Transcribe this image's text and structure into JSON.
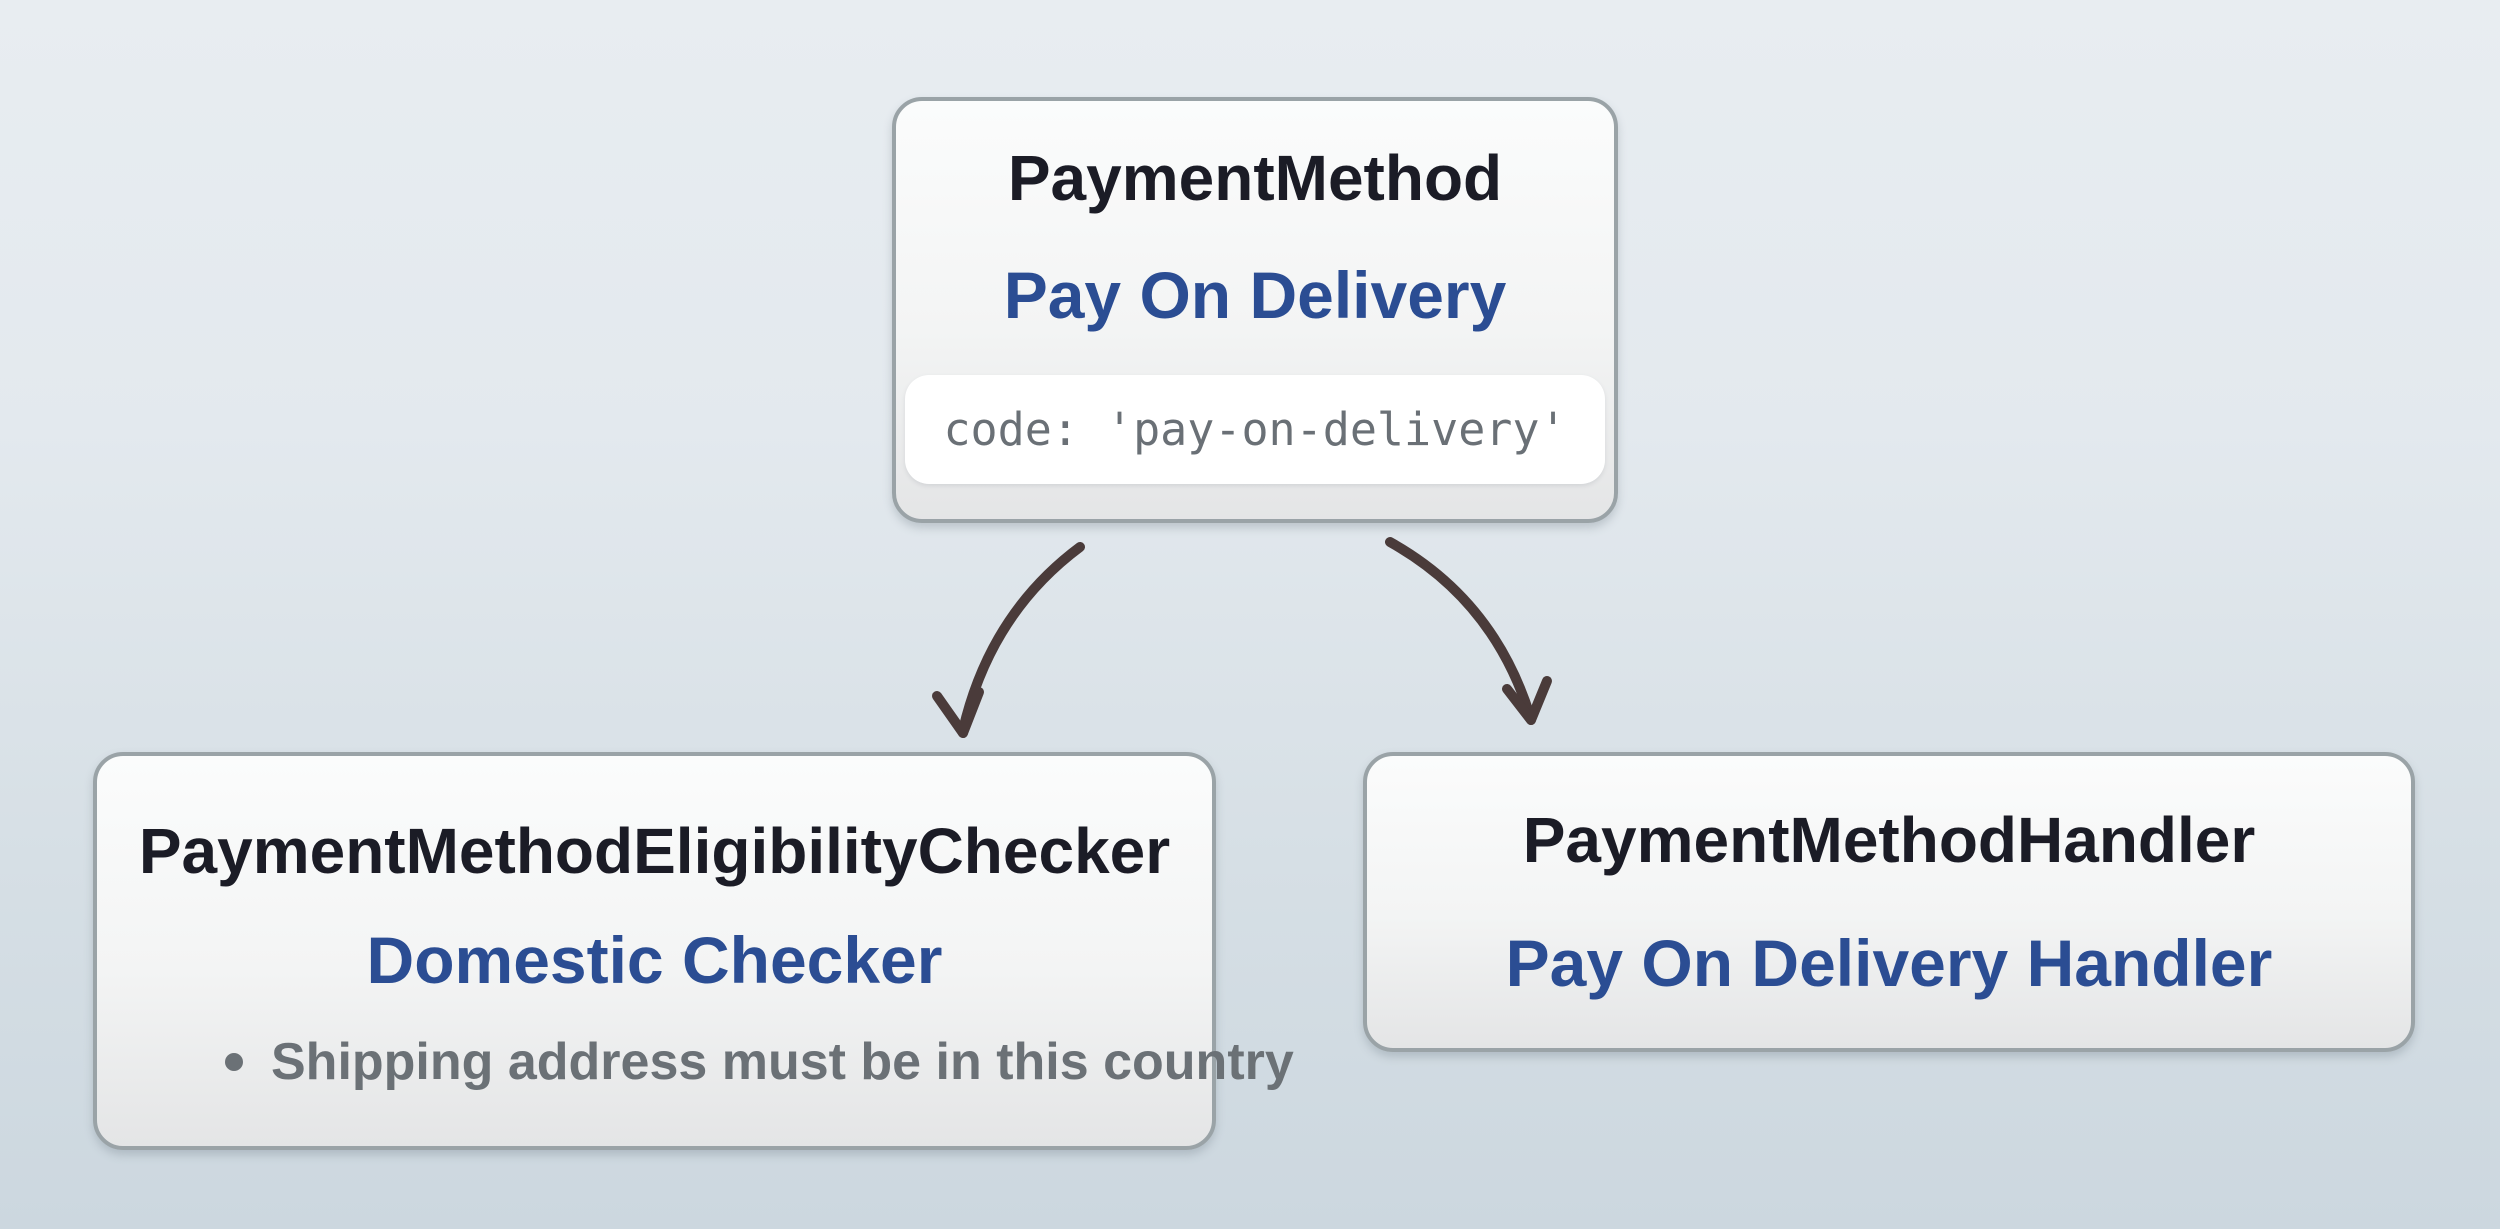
{
  "diagram": {
    "colors": {
      "background_top": "#e8edf1",
      "background_bottom": "#ccd7df",
      "node_border": "#9aa3a7",
      "node_fill_top": "#fbfcfc",
      "node_fill_bottom": "#e4e5e6",
      "title_text": "#1b1c26",
      "accent_blue": "#2b4d93",
      "muted_gray": "#6b7176",
      "code_text": "#6a7076",
      "code_chip_bg": "#ffffff",
      "arrow": "#4a3b3a"
    },
    "nodes": {
      "payment_method": {
        "title": "PaymentMethod",
        "subtitle": "Pay On Delivery",
        "code": "code: 'pay-on-delivery'"
      },
      "eligibility_checker": {
        "title": "PaymentMethodEligibilityChecker",
        "subtitle": "Domestic Checker",
        "bullets": [
          "Shipping address must be in this country"
        ]
      },
      "handler": {
        "title": "PaymentMethodHandler",
        "subtitle": "Pay On Delivery Handler"
      }
    },
    "edges": [
      {
        "from": "payment_method",
        "to": "eligibility_checker"
      },
      {
        "from": "payment_method",
        "to": "handler"
      }
    ]
  }
}
